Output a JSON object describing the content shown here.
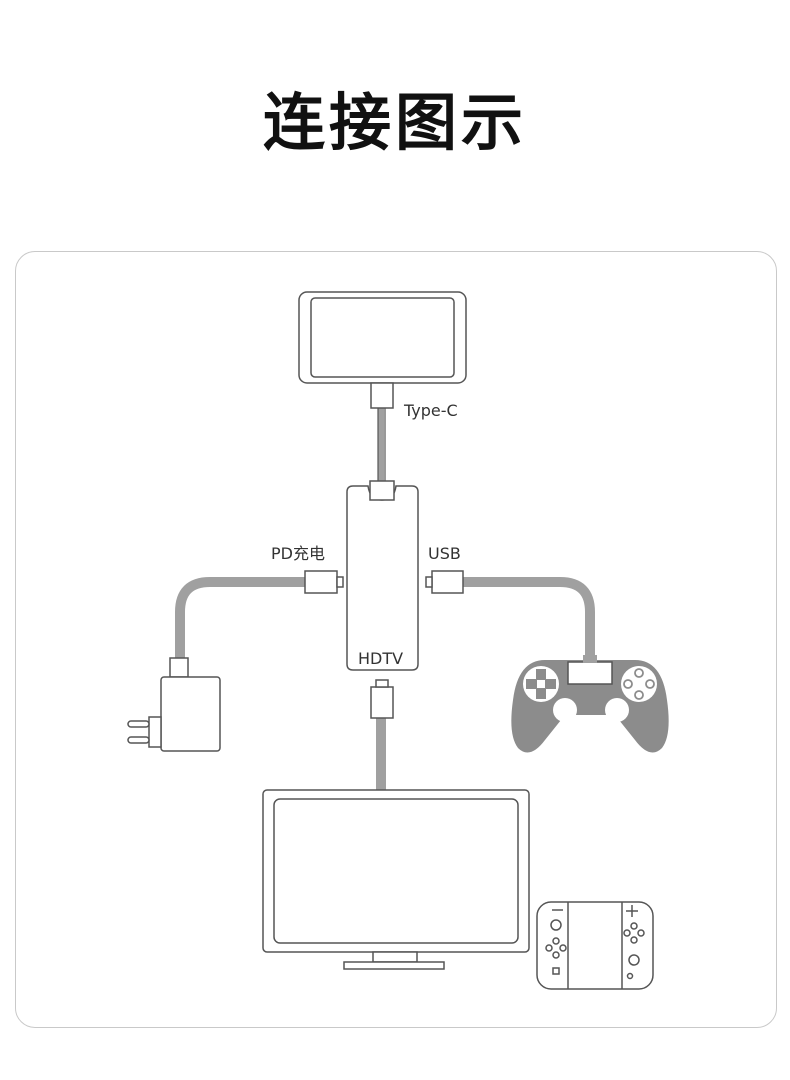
{
  "title": "连接图示",
  "labels": {
    "type_c": "Type-C",
    "pd": "PD充电",
    "usb": "USB",
    "hdtv": "HDTV"
  },
  "colors": {
    "line": "#555555",
    "cable": "#a0a0a0",
    "controller": "#8c8c8c",
    "outline": "#bbbbbb",
    "text": "#333333"
  }
}
